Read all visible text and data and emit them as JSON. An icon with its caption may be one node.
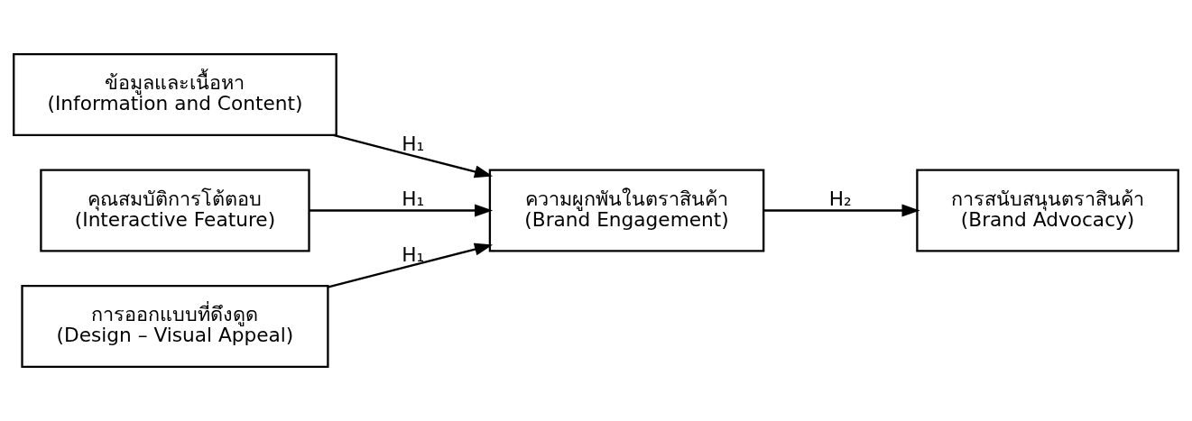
{
  "diagram": {
    "nodes": [
      {
        "text": [
          "ข้อมูลและเนื้อหา",
          "(Information and Content)"
        ]
      },
      {
        "text": [
          "คุณสมบัติการโต้ตอบ",
          "(Interactive Feature)"
        ]
      },
      {
        "text": [
          "การออกแบบที่ดึงดูด",
          "(Design – Visual Appeal)"
        ]
      },
      {
        "text": [
          "ความผูกพันในตราสินค้า",
          "(Brand Engagement)"
        ]
      },
      {
        "text": [
          "การสนับสนุนตราสินค้า",
          "(Brand Advocacy)"
        ]
      }
    ],
    "edges": [
      {
        "from": 0,
        "to": 3,
        "arrow": "to",
        "label": "H₁"
      },
      {
        "from": 1,
        "to": 3,
        "arrow": "to",
        "label": "H₁"
      },
      {
        "from": 2,
        "to": 3,
        "arrow": "to",
        "label": "H₁"
      },
      {
        "from": 3,
        "to": 4,
        "arrow": "to",
        "label": "H₂"
      }
    ]
  }
}
